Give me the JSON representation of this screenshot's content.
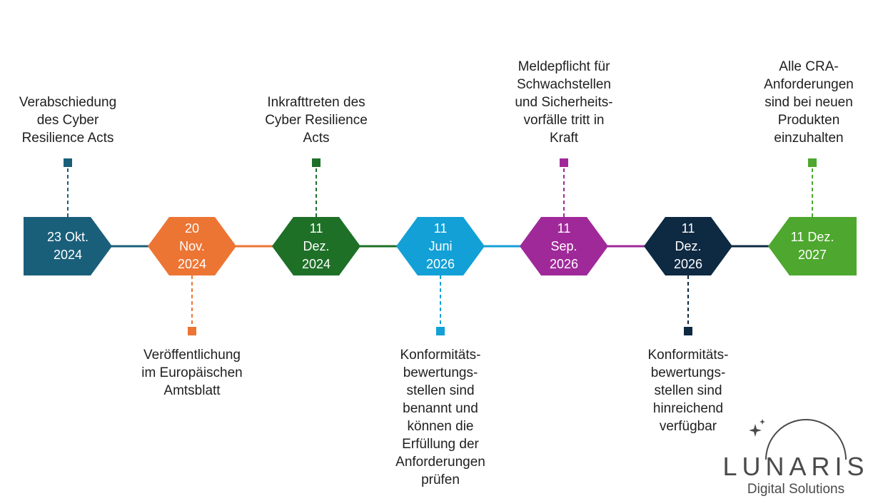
{
  "milestones": [
    {
      "date": "23 Okt.\n2024",
      "label": "Verabschiedung\ndes Cyber\nResilience Acts",
      "position": "above",
      "color": "#1a5f7a"
    },
    {
      "date": "20\nNov.\n2024",
      "label": "Veröffentlichung\nim Europäischen\nAmtsblatt",
      "position": "below",
      "color": "#ec7534"
    },
    {
      "date": "11\nDez.\n2024",
      "label": "Inkrafttreten des\nCyber Resilience\nActs",
      "position": "above",
      "color": "#1e7027"
    },
    {
      "date": "11\nJuni\n2026",
      "label": "Konformitäts-\nbewertungs-\nstellen sind\nbenannt und\nkönnen die\nErfüllung der\nAnforderungen\nprüfen",
      "position": "below",
      "color": "#12a0d6"
    },
    {
      "date": "11\nSep.\n2026",
      "label": "Meldepflicht für\nSchwachstellen\nund Sicherheits-\nvorfälle tritt in\nKraft",
      "position": "above",
      "color": "#a0299a"
    },
    {
      "date": "11\nDez.\n2026",
      "label": "Konformitäts-\nbewertungs-\nstellen sind\nhinreichend\nverfügbar",
      "position": "below",
      "color": "#0e2942"
    },
    {
      "date": "11 Dez.\n2027",
      "label": "Alle CRA-\nAnforderungen\nsind bei neuen\nProdukten\neinzuhalten",
      "position": "above",
      "color": "#4ea72e"
    }
  ],
  "logo": {
    "name": "LUNARIS",
    "tagline": "Digital Solutions",
    "color": "#4a4a4a"
  }
}
